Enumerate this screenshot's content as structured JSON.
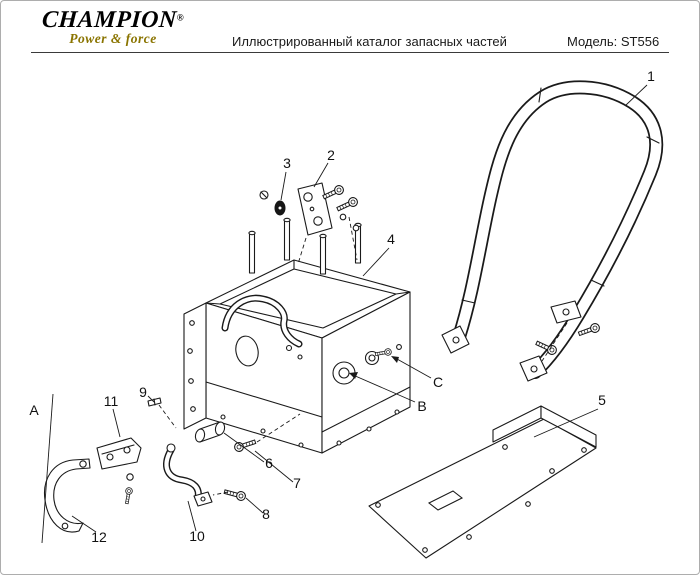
{
  "header": {
    "brand": "CHAMPION",
    "reg_mark": "®",
    "tagline": "Power & force",
    "title": "Иллюстрированный каталог запасных частей",
    "model_label": "Модель: ST556"
  },
  "colors": {
    "tagline_gold": "#8a7400",
    "line_art_ink": "#1a1a1a",
    "page_border": "#adadad"
  },
  "diagram": {
    "callouts": {
      "n1": "1",
      "n2": "2",
      "n3": "3",
      "n4": "4",
      "n5": "5",
      "n6": "6",
      "n7": "7",
      "n8": "8",
      "n9": "9",
      "n10": "10",
      "n11": "11",
      "n12": "12",
      "a": "A",
      "b": "B",
      "c": "C"
    }
  }
}
